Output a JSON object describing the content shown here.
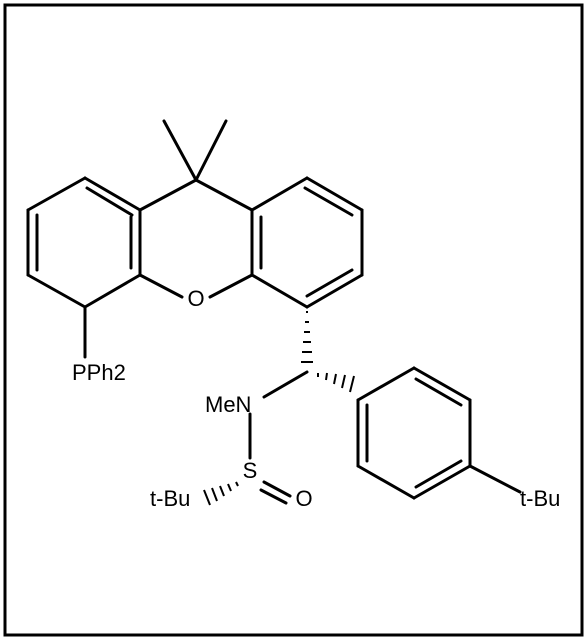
{
  "structure": {
    "atoms": {
      "oxygen_ring": "O",
      "phosphine": "PPh2",
      "amine": "MeN",
      "sulfur": "S",
      "sulfinyl_oxygen": "O",
      "tbu_sulfinyl": "t-Bu",
      "tbu_aryl": "t-Bu"
    }
  }
}
